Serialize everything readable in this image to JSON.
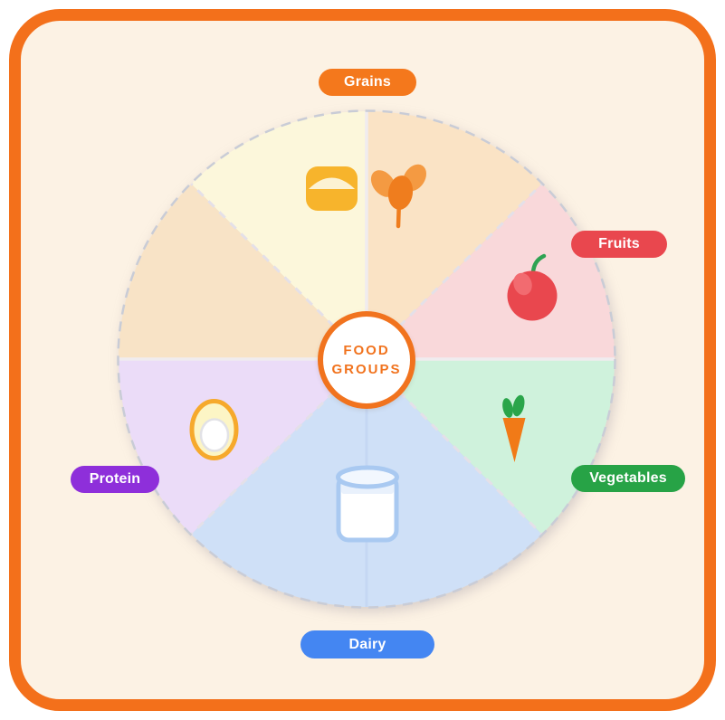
{
  "frame": {
    "border_color": "#F3701B",
    "background_color": "#FCF2E4",
    "outer_background": "#FFFFFF"
  },
  "center_badge": {
    "line1": "FOOD",
    "line2": "GROUPS",
    "text_color": "#F1731E",
    "ring_color": "#F1731E",
    "fill_color": "#FFFFFF"
  },
  "groups": [
    {
      "label": "Grains",
      "pill_color": "#F4781C",
      "text_color": "#FFFFFF"
    },
    {
      "label": "Fruits",
      "pill_color": "#E9474E",
      "text_color": "#FFFFFF"
    },
    {
      "label": "Vegetables",
      "pill_color": "#27A346",
      "text_color": "#FFFFFF"
    },
    {
      "label": "Dairy",
      "pill_color": "#4486F2",
      "text_color": "#FFFFFF"
    },
    {
      "label": "Protein",
      "pill_color": "#8E2FDA",
      "text_color": "#FFFFFF"
    }
  ],
  "wheel": {
    "rim_color": "#C9CCD6",
    "divider_solid_color": "#F0ECEF",
    "divider_dashed_color": "#E4E0E8",
    "divider_bottom_color": "#C5D7F3",
    "sectors": [
      {
        "group": "Grains",
        "position": "top-left",
        "color": "#FCF7DB",
        "start_deg": 90,
        "end_deg": 135
      },
      {
        "group": "Grains",
        "position": "top-right",
        "color": "#FAE3C5",
        "start_deg": 45,
        "end_deg": 90
      },
      {
        "group": "Fruits",
        "position": "right-upper",
        "color": "#F9D8DA",
        "start_deg": 0,
        "end_deg": 45
      },
      {
        "group": "Vegetables",
        "position": "right-lower",
        "color": "#CFF2DC",
        "start_deg": 315,
        "end_deg": 360
      },
      {
        "group": "Dairy",
        "position": "bottom-right",
        "color": "#CFE0F7",
        "start_deg": 270,
        "end_deg": 315
      },
      {
        "group": "Dairy",
        "position": "bottom-left",
        "color": "#CFE0F7",
        "start_deg": 225,
        "end_deg": 270
      },
      {
        "group": "Protein",
        "position": "left-lower",
        "color": "#EBDCF8",
        "start_deg": 180,
        "end_deg": 225
      },
      {
        "group": "Grains",
        "position": "left-upper",
        "color": "#F8E3C6",
        "start_deg": 135,
        "end_deg": 180
      }
    ]
  },
  "icons": {
    "bread": {
      "body_color": "#F7B42C",
      "top_color": "#FCF2D3"
    },
    "wheat": {
      "grain_light_color": "#F49A42",
      "grain_dark_color": "#EF7D1E",
      "stem_color": "#EF7D1E"
    },
    "apple": {
      "body_color": "#E9474E",
      "highlight_color": "#F26B70",
      "stem_color": "#2FA353"
    },
    "carrot": {
      "root_color": "#F17A17",
      "leaf_color": "#2AA54A"
    },
    "milk_glass": {
      "outline_color": "#A9C9F1",
      "fill_color": "#FFFFFF",
      "rim_fill_color": "#F2F7FE",
      "band_color": "#E9F1FC"
    },
    "egg": {
      "shell_color": "#F6A92C",
      "white_color": "#FCF5C5",
      "inner_ring_color": "#E2E2E6",
      "inner_color": "#FFFFFF"
    }
  }
}
